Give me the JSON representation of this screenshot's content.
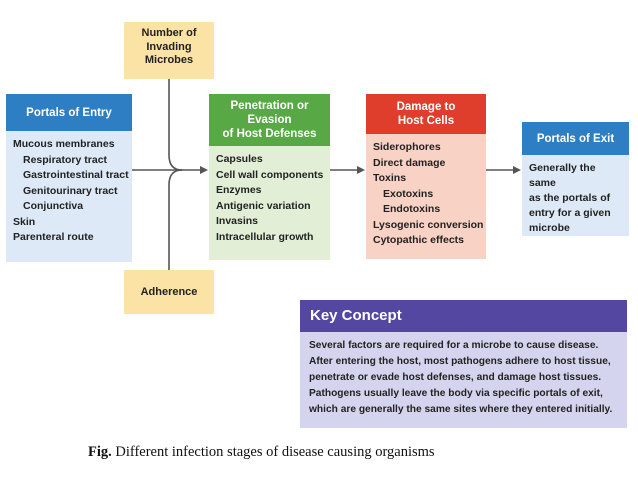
{
  "number_box": {
    "label": "Number of\nInvading\nMicrobes"
  },
  "adherence_box": {
    "label": "Adherence"
  },
  "portals_of_entry": {
    "title": "Portals of Entry",
    "items": [
      {
        "text": "Mucous membranes",
        "indent": false
      },
      {
        "text": "Respiratory tract",
        "indent": true
      },
      {
        "text": "Gastrointestinal tract",
        "indent": true
      },
      {
        "text": "Genitourinary tract",
        "indent": true
      },
      {
        "text": "Conjunctiva",
        "indent": true
      },
      {
        "text": "Skin",
        "indent": false
      },
      {
        "text": "Parenteral route",
        "indent": false
      }
    ]
  },
  "penetration": {
    "title": "Penetration or\nEvasion\nof Host Defenses",
    "items": [
      {
        "text": "Capsules",
        "indent": false
      },
      {
        "text": "Cell wall components",
        "indent": false
      },
      {
        "text": "Enzymes",
        "indent": false
      },
      {
        "text": "Antigenic variation",
        "indent": false
      },
      {
        "text": "Invasins",
        "indent": false
      },
      {
        "text": "Intracellular growth",
        "indent": false
      }
    ]
  },
  "damage": {
    "title": "Damage to\nHost Cells",
    "items": [
      {
        "text": "Siderophores",
        "indent": false
      },
      {
        "text": "Direct damage",
        "indent": false
      },
      {
        "text": "Toxins",
        "indent": false
      },
      {
        "text": "Exotoxins",
        "indent": true
      },
      {
        "text": "Endotoxins",
        "indent": true
      },
      {
        "text": "Lysogenic conversion",
        "indent": false
      },
      {
        "text": "Cytopathic effects",
        "indent": false
      }
    ]
  },
  "portals_of_exit": {
    "title": "Portals of Exit",
    "text": "Generally the same\nas the portals of\nentry for a given\nmicrobe"
  },
  "key_concept": {
    "title": "Key Concept",
    "lines": [
      "Several factors are required for a microbe to cause disease.",
      "After entering the host, most pathogens adhere to host tissue,",
      "penetrate or evade host defenses, and damage host tissues.",
      "Pathogens usually leave the body via specific portals of exit,",
      "which are generally the same sites where they entered initially."
    ]
  },
  "caption": {
    "prefix": "Fig.",
    "text": " Different infection stages of disease causing organisms"
  },
  "colors": {
    "blue_header": "#2e7ec3",
    "green_header": "#58a845",
    "red_header": "#e03e2d",
    "purple_header": "#5347a2",
    "yellow_box": "#fbe3a6",
    "connector": "#555555"
  }
}
